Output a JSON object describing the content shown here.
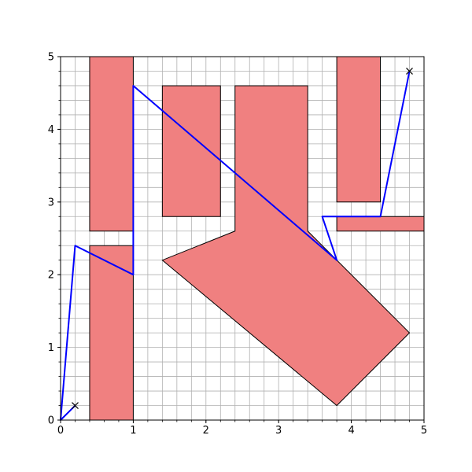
{
  "chart_data": {
    "type": "line",
    "title": "",
    "xlabel": "",
    "ylabel": "",
    "xlim": [
      0,
      5
    ],
    "ylim": [
      0,
      5
    ],
    "x_ticks": [
      "0",
      "1",
      "2",
      "3",
      "4",
      "5"
    ],
    "y_ticks": [
      "0",
      "1",
      "2",
      "3",
      "4",
      "5"
    ],
    "minor_grid_step": 0.2,
    "grid": true,
    "colors": {
      "obstacle_fill": "#f08080",
      "obstacle_edge": "#000000",
      "path": "#0000ff",
      "grid": "#b0b0b0"
    },
    "obstacles": [
      {
        "name": "obstacle-1",
        "points": [
          [
            0.4,
            2.6
          ],
          [
            1.0,
            2.6
          ],
          [
            1.0,
            5.0
          ],
          [
            0.4,
            5.0
          ]
        ]
      },
      {
        "name": "obstacle-2",
        "points": [
          [
            0.4,
            0.0
          ],
          [
            1.0,
            0.0
          ],
          [
            1.0,
            2.4
          ],
          [
            0.4,
            2.4
          ]
        ]
      },
      {
        "name": "obstacle-3",
        "points": [
          [
            1.4,
            2.8
          ],
          [
            2.2,
            2.8
          ],
          [
            2.2,
            4.6
          ],
          [
            1.4,
            4.6
          ]
        ]
      },
      {
        "name": "obstacle-4",
        "points": [
          [
            2.4,
            2.6
          ],
          [
            2.4,
            4.6
          ],
          [
            3.4,
            4.6
          ],
          [
            3.4,
            2.6
          ],
          [
            4.8,
            1.2
          ],
          [
            3.8,
            0.2
          ],
          [
            1.4,
            2.2
          ]
        ]
      },
      {
        "name": "obstacle-5",
        "points": [
          [
            3.8,
            3.0
          ],
          [
            4.4,
            3.0
          ],
          [
            4.4,
            5.0
          ],
          [
            3.8,
            5.0
          ]
        ]
      },
      {
        "name": "obstacle-6",
        "points": [
          [
            3.8,
            2.6
          ],
          [
            5.0,
            2.6
          ],
          [
            5.0,
            2.8
          ],
          [
            3.8,
            2.8
          ]
        ]
      }
    ],
    "series": [
      {
        "values": [
          [
            0.2,
            0.2
          ],
          [
            0.0,
            0.0
          ],
          [
            0.2,
            2.4
          ],
          [
            1.0,
            2.0
          ],
          [
            1.0,
            4.6
          ],
          [
            3.8,
            2.2
          ],
          [
            3.6,
            2.8
          ],
          [
            4.4,
            2.8
          ],
          [
            4.8,
            4.8
          ]
        ]
      }
    ],
    "markers": [
      {
        "name": "start",
        "symbol": "x",
        "point": [
          0.2,
          0.2
        ]
      },
      {
        "name": "goal",
        "symbol": "x",
        "point": [
          4.8,
          4.8
        ]
      }
    ]
  }
}
